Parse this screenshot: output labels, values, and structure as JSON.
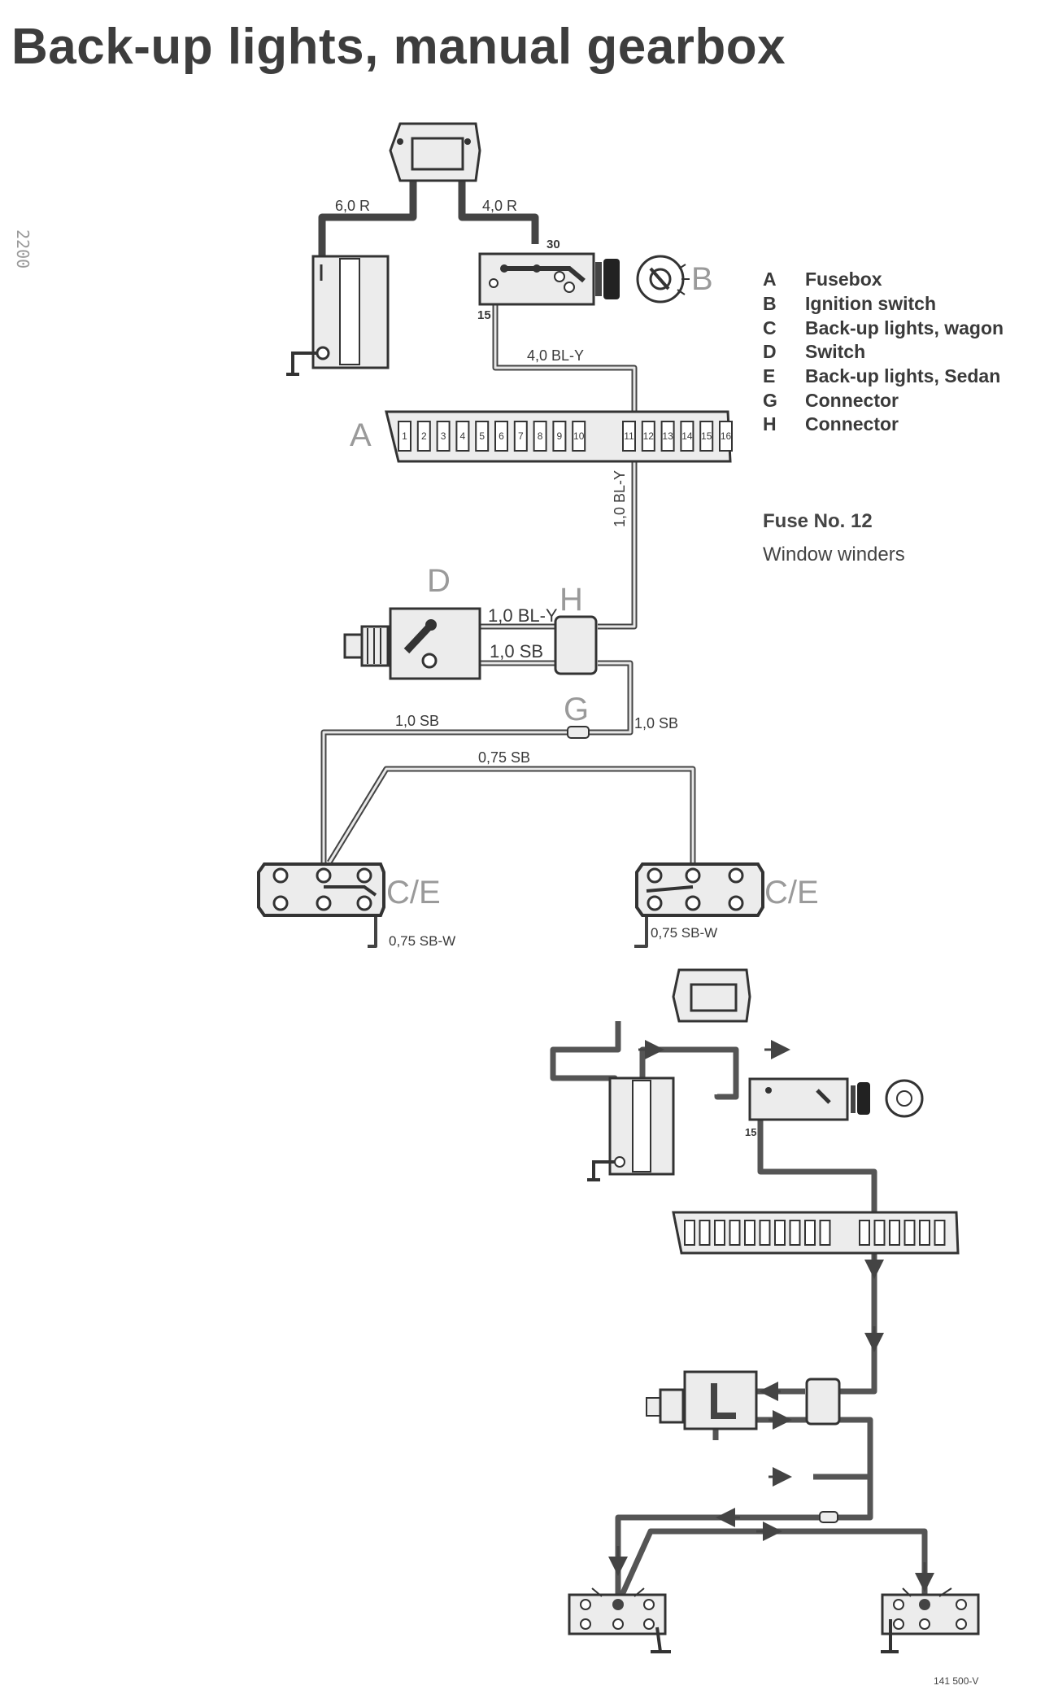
{
  "title": "Back-up lights, manual gearbox",
  "side_code": "2200",
  "legend": [
    {
      "key": "A",
      "label": "Fusebox"
    },
    {
      "key": "B",
      "label": "Ignition switch"
    },
    {
      "key": "C",
      "label": "Back-up lights, wagon"
    },
    {
      "key": "D",
      "label": "Switch"
    },
    {
      "key": "E",
      "label": "Back-up lights, Sedan"
    },
    {
      "key": "G",
      "label": "Connector"
    },
    {
      "key": "H",
      "label": "Connector"
    }
  ],
  "fuse": {
    "title": "Fuse No. 12",
    "description": "Window winders"
  },
  "component_labels": {
    "fusebox": "A",
    "ignition": "B",
    "switch": "D",
    "connector_h": "H",
    "connector_g": "G",
    "lamp_left": "C/E",
    "lamp_right": "C/E"
  },
  "terminals": {
    "t30": "30",
    "t15": "15",
    "t15_lower": "15"
  },
  "fuse_numbers": [
    "1",
    "2",
    "3",
    "4",
    "5",
    "6",
    "7",
    "8",
    "9",
    "10",
    "11",
    "12",
    "13",
    "14",
    "15",
    "16"
  ],
  "wire_labels": {
    "w60r": "6,0 R",
    "w40r": "4,0 R",
    "w40bly": "4,0 BL-Y",
    "w10bly_vertical": "1,0 BL-Y",
    "w10bly_switch": "1,0 BL-Y",
    "w10sb_switch": "1,0 SB",
    "w10sb_left": "1,0 SB",
    "w10sb_right": "1,0 SB",
    "w075sb": "0,75 SB",
    "w075sbw_left": "0,75 SB-W",
    "w075sbw_right": "0,75 SB-W"
  },
  "reference_code": "141 500-V",
  "colors": {
    "ink": "#3a3a3a",
    "fill": "#ececec",
    "wire": "#555555",
    "faded_letter": "#9a9a9a"
  }
}
